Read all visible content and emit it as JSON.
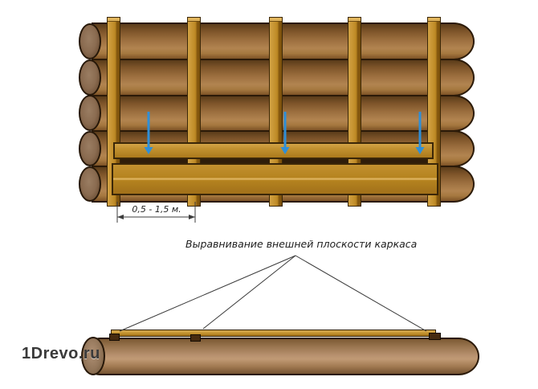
{
  "labels": {
    "dimension": "0,5 - 1,5 м.",
    "caption": "Выравнивание внешней плоскости каркаса",
    "watermark": "1Drevo.ru"
  },
  "icons": {
    "down_arrow": "blue downward press arrow",
    "dimension_arrows": "outward dimension arrowheads"
  },
  "colors": {
    "background": "#ffffff",
    "wood_gold": "#c0902c",
    "wood_gold_dark": "#8a5c10",
    "log_brown_light": "#b28450",
    "log_brown_dark": "#5a3c1a",
    "log_end_face": "#8a6b50",
    "outline": "#2b1a08",
    "arrow_blue": "#2f8fd8",
    "line_gray": "#3a3a3a",
    "text": "#1e1e1e",
    "watermark_gray": "#3a3a3a"
  }
}
